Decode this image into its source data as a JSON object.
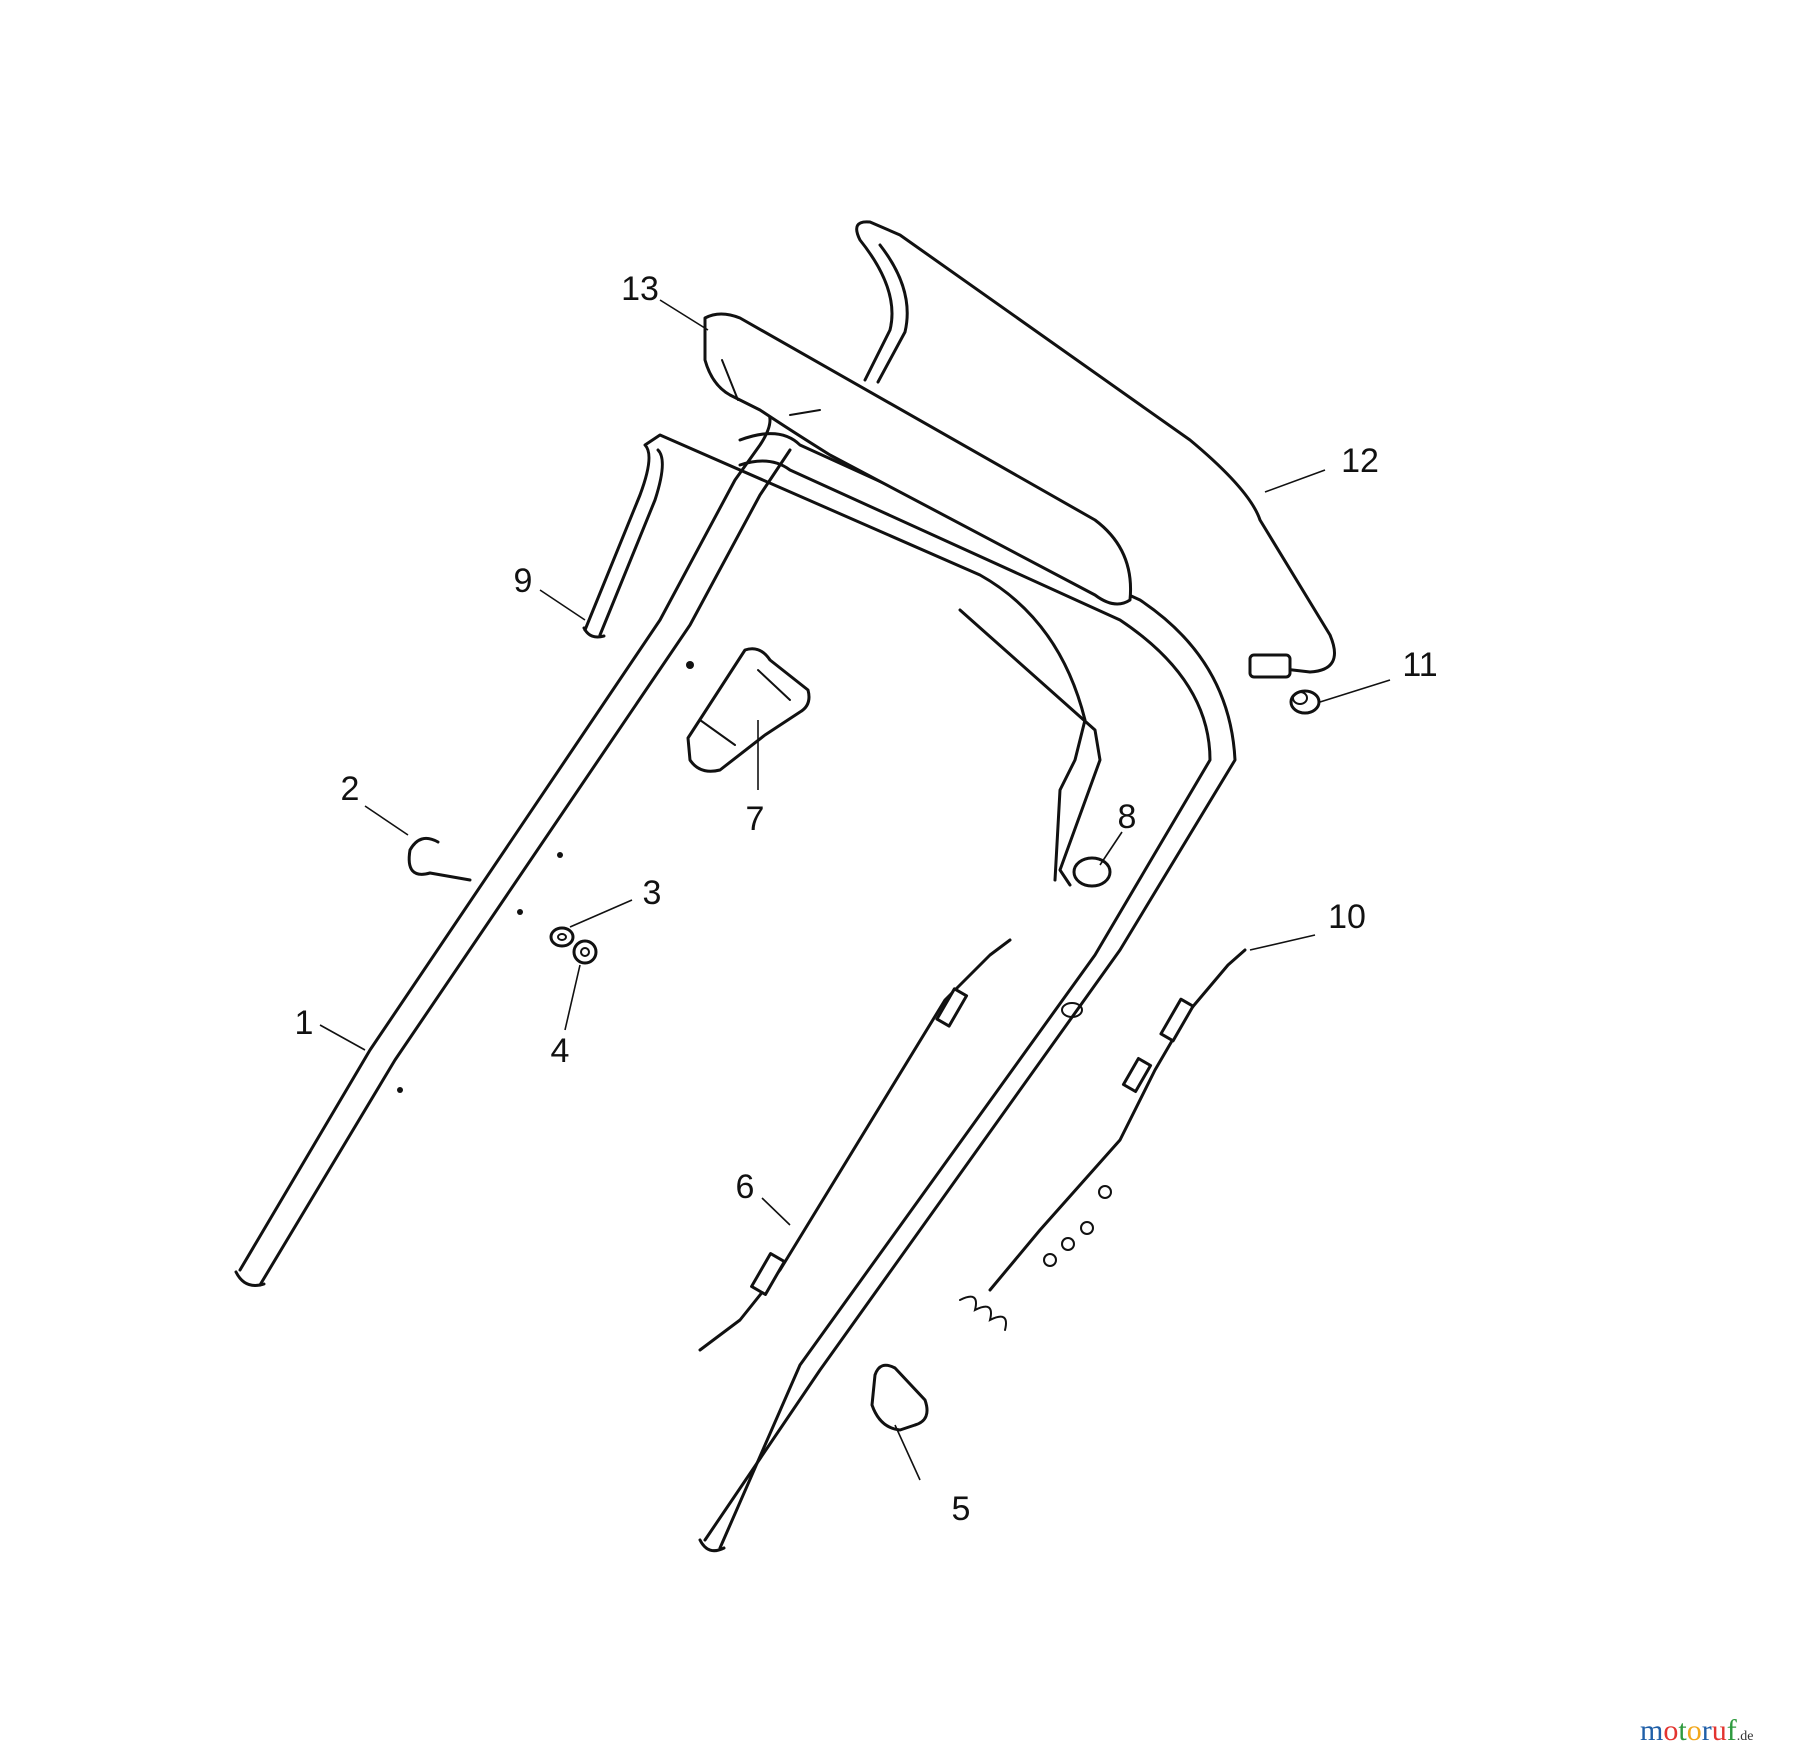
{
  "callouts": [
    {
      "id": "1",
      "text": "1"
    },
    {
      "id": "2",
      "text": "2"
    },
    {
      "id": "3",
      "text": "3"
    },
    {
      "id": "4",
      "text": "4"
    },
    {
      "id": "5",
      "text": "5"
    },
    {
      "id": "6",
      "text": "6"
    },
    {
      "id": "7",
      "text": "7"
    },
    {
      "id": "8",
      "text": "8"
    },
    {
      "id": "9",
      "text": "9"
    },
    {
      "id": "10",
      "text": "10"
    },
    {
      "id": "11",
      "text": "11"
    },
    {
      "id": "12",
      "text": "12"
    },
    {
      "id": "13",
      "text": "13"
    }
  ],
  "watermark": {
    "letters": [
      "m",
      "o",
      "t",
      "o",
      "r",
      "u",
      "f"
    ],
    "colors": [
      "#1f5fa8",
      "#e3342f",
      "#2e9a3e",
      "#f2a81d",
      "#1f5fa8",
      "#e3342f",
      "#2e9a3e"
    ],
    "suffix": ".de"
  }
}
